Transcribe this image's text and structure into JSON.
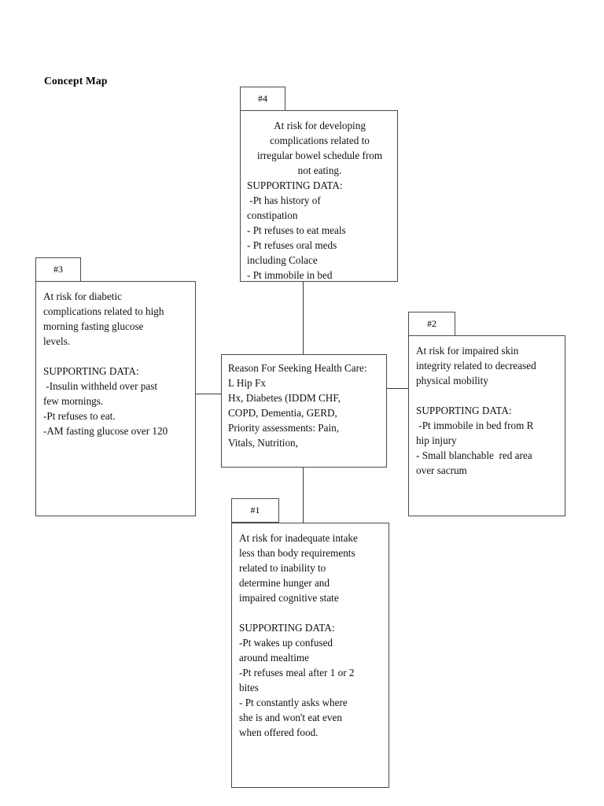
{
  "document": {
    "title": "Concept Map"
  },
  "center_node": {
    "name": "reason-for-seeking-health-care",
    "text": "Reason For Seeking Health Care:\nL Hip Fx\nHx, Diabetes (IDDM CHF,\nCOPD, Dementia, GERD,\nPriority assessments: Pain,\nVitals, Nutrition,"
  },
  "nodes": [
    {
      "id": "4",
      "tab_label": "#4",
      "position": "top",
      "lead_text": "At risk for developing\ncomplications related to\nirregular bowel schedule from\nnot eating.",
      "body_text": "SUPPORTING DATA:\n -Pt has history of\nconstipation\n- Pt refuses to eat meals\n- Pt refuses oral meds\nincluding Colace\n- Pt immobile in bed"
    },
    {
      "id": "3",
      "tab_label": "#3",
      "position": "left",
      "body_text": "At risk for diabetic\ncomplications related to high\nmorning fasting glucose\nlevels.\n\nSUPPORTING DATA:\n -Insulin withheld over past\nfew mornings.\n-Pt refuses to eat.\n-AM fasting glucose over 120"
    },
    {
      "id": "2",
      "tab_label": "#2",
      "position": "right",
      "body_text": "At risk for impaired skin\nintegrity related to decreased\nphysical mobility\n\nSUPPORTING DATA:\n -Pt immobile in bed from R\nhip injury\n- Small blanchable  red area\nover sacrum"
    },
    {
      "id": "1",
      "tab_label": "#1",
      "position": "bottom",
      "body_text": "At risk for inadequate intake\nless than body requirements\nrelated to inability to\ndetermine hunger and\nimpaired cognitive state\n\nSUPPORTING DATA:\n-Pt wakes up confused\naround mealtime\n-Pt refuses meal after 1 or 2\nbites\n- Pt constantly asks where\nshe is and won't eat even\nwhen offered food."
    }
  ],
  "connectors": [
    {
      "name": "connector-center-to-node-4",
      "orientation": "vertical"
    },
    {
      "name": "connector-center-to-node-1",
      "orientation": "vertical"
    },
    {
      "name": "connector-center-to-node-3",
      "orientation": "horizontal"
    },
    {
      "name": "connector-center-to-node-2",
      "orientation": "horizontal"
    }
  ],
  "colors": {
    "border": "#4a4a4a",
    "text": "#111111",
    "background": "#ffffff"
  }
}
